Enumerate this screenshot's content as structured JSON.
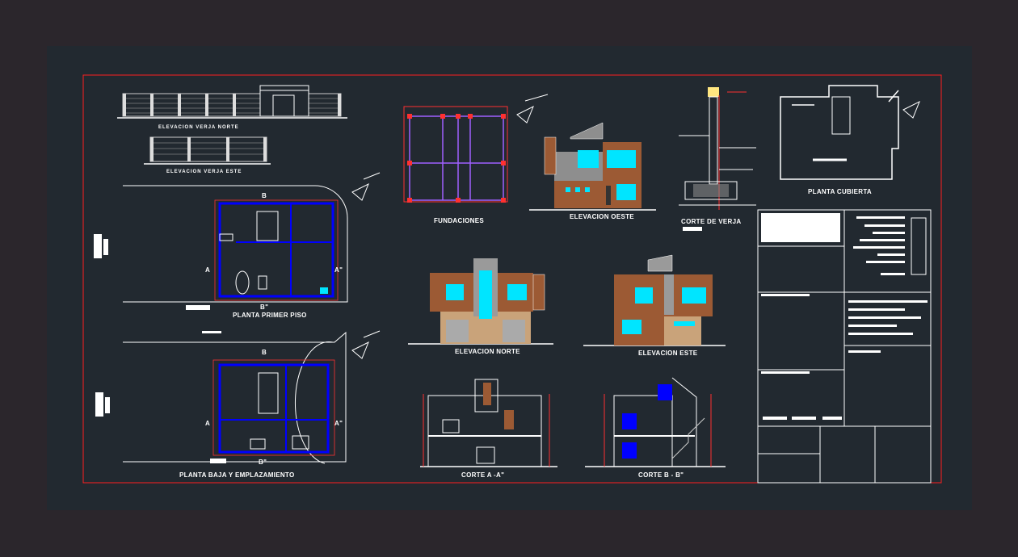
{
  "labels": {
    "elev_verja_norte": "ELEVACION    VERJA  NORTE",
    "elev_verja_este": "ELEVACION    VERJA  ESTE",
    "fundaciones": "FUNDACIONES",
    "elev_oeste": "ELEVACION OESTE",
    "corte_verja": "CORTE  DE  VERJA",
    "planta_cubierta": "PLANTA CUBIERTA",
    "planta_primer_piso": "PLANTA PRIMER PISO",
    "planta_baja": "PLANTA BAJA Y EMPLAZAMIENTO",
    "elev_norte": "ELEVACION  NORTE",
    "elev_este": "ELEVACION ESTE",
    "corte_aa": "CORTE  A -A\"",
    "corte_bb": "CORTE  B - B\""
  },
  "section_marks": {
    "a": "A",
    "a2": "A\"",
    "b": "B",
    "b2": "B\""
  },
  "colors": {
    "background": "#2b262c",
    "sheet": "#222930",
    "border": "#ff0000",
    "walls": "#0000ff",
    "lines": "#ffffff",
    "facade_brown": "#9c5a34",
    "facade_grey": "#9a9a9a",
    "glass": "#00e5ff"
  }
}
